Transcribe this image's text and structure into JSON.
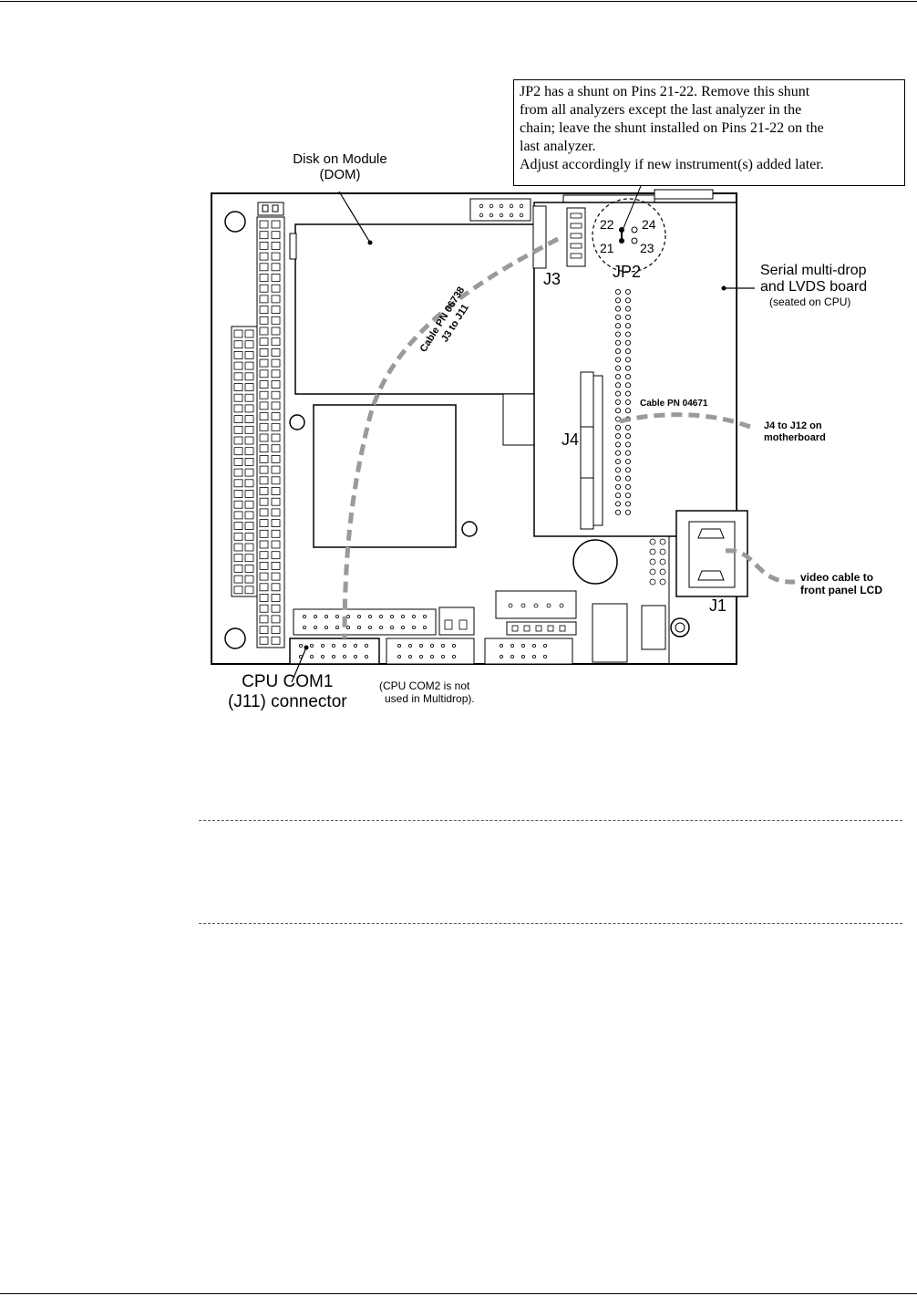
{
  "note": {
    "lines": [
      "JP2 has a shunt on Pins 21-22. Remove this shunt",
      "from all analyzers except the last analyzer in the",
      "chain; leave the shunt installed on Pins 21-22 on the",
      "last analyzer.",
      "Adjust accordingly if new instrument(s) added later."
    ]
  },
  "labels": {
    "dom_line1": "Disk on Module",
    "dom_line2": "(DOM)",
    "j3": "J3",
    "jp2": "JP2",
    "pin22": "22",
    "pin24": "24",
    "pin21": "21",
    "pin23": "23",
    "serial_line1": "Serial multi-drop",
    "serial_line2": "and LVDS board",
    "serial_line3": "(seated on CPU)",
    "cable_06738_line1": "Cable PN 06738",
    "cable_06738_line2": "J3 to J11",
    "cable_04671": "Cable PN 04671",
    "j4": "J4",
    "j4_j12_line1": "J4 to J12 on",
    "j4_j12_line2": "motherboard",
    "video_line1": "video cable to",
    "video_line2": "front panel LCD",
    "j1": "J1",
    "cpu_com1_line1": "CPU COM1",
    "cpu_com1_line2": "(J11) connector",
    "com2_line1": "(CPU COM2 is not",
    "com2_line2": "used in Multidrop)."
  }
}
